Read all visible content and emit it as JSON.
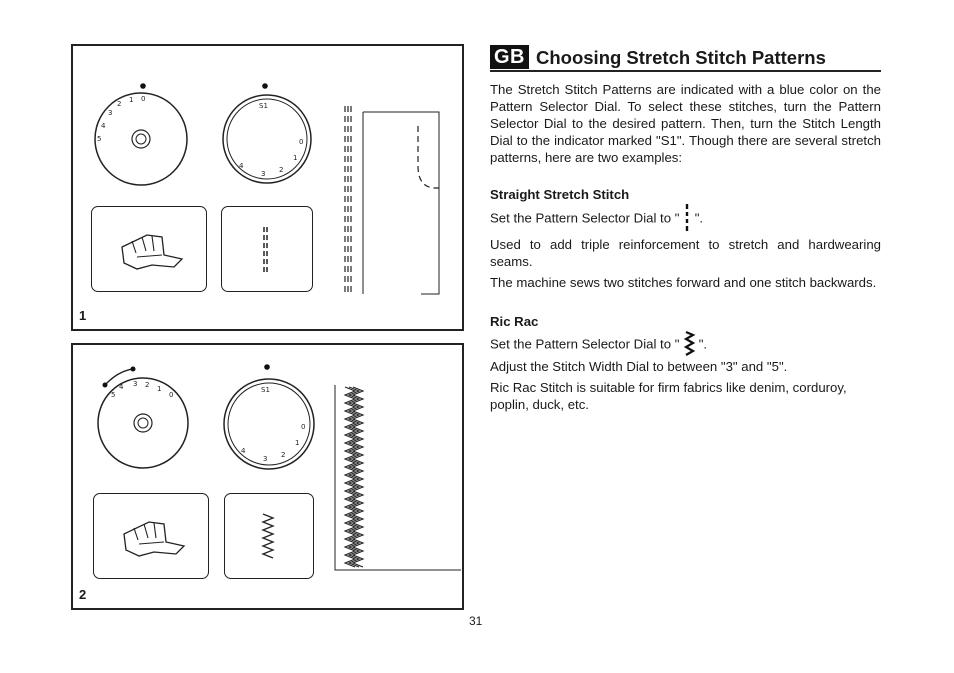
{
  "figures": [
    {
      "number": "1",
      "width_dial_labels": [
        "5",
        "4",
        "3",
        "2",
        "1",
        "0"
      ],
      "length_dial_labels": [
        "S1",
        "0",
        "1",
        "2",
        "3",
        "4"
      ]
    },
    {
      "number": "2",
      "width_dial_labels": [
        "5",
        "4",
        "3",
        "2",
        "1",
        "0"
      ],
      "length_dial_labels": [
        "S1",
        "0",
        "1",
        "2",
        "3",
        "4"
      ]
    }
  ],
  "header": {
    "badge": "GB",
    "title": "Choosing Stretch Stitch Patterns"
  },
  "intro": "The Stretch Stitch Patterns are indicated with a blue color on the Pattern Selector Dial. To select these stitches, turn the Pattern Selector Dial to the desired pattern. Then, turn the Stitch Length Dial to the indicator marked \"S1\". Though there are several stretch patterns, here are two examples:",
  "straight_stretch": {
    "heading": "Straight Stretch Stitch",
    "set_prefix": "Set the Pattern Selector Dial to \"",
    "set_suffix": "\".",
    "para1": "Used to add triple reinforcement to stretch and hardwearing seams.",
    "para2": "The machine sews two stitches forward and one stitch backwards."
  },
  "ric_rac": {
    "heading": "Ric Rac",
    "set_prefix": "Set the Pattern Selector Dial to \"",
    "set_suffix": "\".",
    "para1": "Adjust the Stitch Width Dial to between \"3\" and \"5\".",
    "para2": "Ric Rac Stitch is suitable for firm fabrics like denim, corduroy, poplin, duck, etc."
  },
  "page_number": "31"
}
